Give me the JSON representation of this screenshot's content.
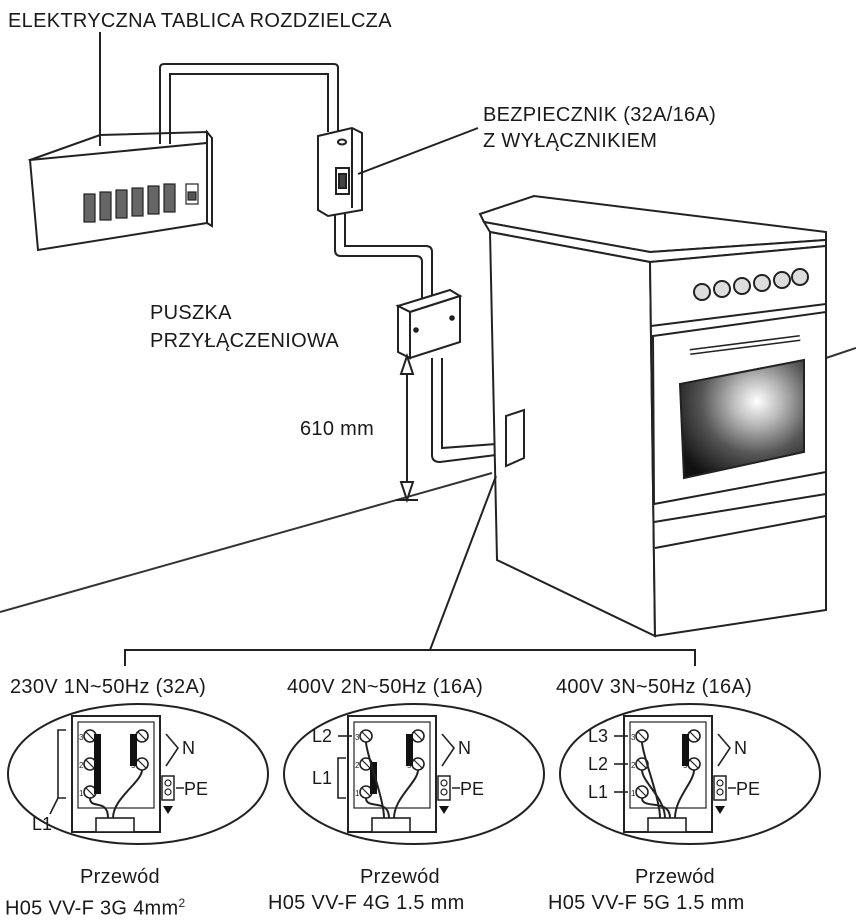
{
  "labels": {
    "panel": "ELEKTRYCZNA TABLICA ROZDZIELCZA",
    "fuse_line1": "BEZPIECZNIK (32A/16A)",
    "fuse_line2": "Z WYŁĄCZNIKIEM",
    "box_line1": "PUSZKA",
    "box_line2": "PRZYŁĄCZENIOWA",
    "height": "610 mm"
  },
  "configs": [
    {
      "title": "230V 1N~50Hz (32A)",
      "cable_word": "Przewód",
      "cable_spec": "H05 VV-F 3G 4mm",
      "cable_sup": "2",
      "phase_labels": [
        "L1"
      ],
      "n_label": "N",
      "pe_label": "PE"
    },
    {
      "title": "400V 2N~50Hz (16A)",
      "cable_word": "Przewód",
      "cable_spec": "H05 VV-F 4G 1.5 mm",
      "cable_sup": "",
      "phase_labels": [
        "L2",
        "L1"
      ],
      "n_label": "N",
      "pe_label": "PE"
    },
    {
      "title": "400V 3N~50Hz (16A)",
      "cable_word": "Przewód",
      "cable_spec": "H05 VV-F 5G 1.5 mm",
      "cable_sup": "",
      "phase_labels": [
        "L3",
        "L2",
        "L1"
      ],
      "n_label": "N",
      "pe_label": "PE"
    }
  ],
  "terminal_numbers": [
    "1",
    "2",
    "3",
    "4",
    "5"
  ]
}
